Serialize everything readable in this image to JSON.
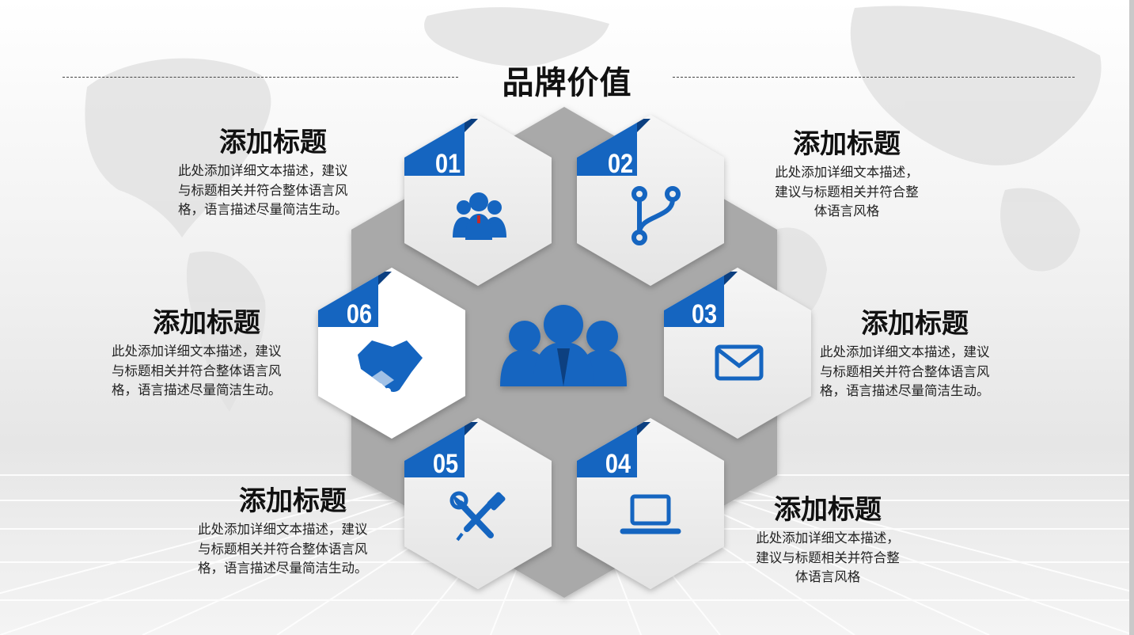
{
  "title": "品牌价值",
  "colors": {
    "accent": "#1565c0",
    "center_hex": "#a7a7a7",
    "hex_light": "#ededed",
    "hex_white": "#ffffff"
  },
  "items": [
    {
      "number": "01",
      "icon": "team-icon",
      "heading": "添加标题",
      "lines": [
        "此处添加详细文本描述，建议",
        "与标题相关并符合整体语言风",
        "格，语言描述尽量简洁生动。"
      ]
    },
    {
      "number": "02",
      "icon": "branch-icon",
      "heading": "添加标题",
      "lines": [
        "此处添加详细文本描述，",
        "建议与标题相关并符合整",
        "体语言风格"
      ]
    },
    {
      "number": "03",
      "icon": "mail-icon",
      "heading": "添加标题",
      "lines": [
        "此处添加详细文本描述，建议",
        "与标题相关并符合整体语言风",
        "格，语言描述尽量简洁生动。"
      ]
    },
    {
      "number": "04",
      "icon": "laptop-icon",
      "heading": "添加标题",
      "lines": [
        "此处添加详细文本描述，",
        "建议与标题相关并符合整",
        "体语言风格"
      ]
    },
    {
      "number": "05",
      "icon": "tools-icon",
      "heading": "添加标题",
      "lines": [
        "此处添加详细文本描述，建议",
        "与标题相关并符合整体语言风",
        "格，语言描述尽量简洁生动。"
      ]
    },
    {
      "number": "06",
      "icon": "handshake-icon",
      "heading": "添加标题",
      "lines": [
        "此处添加详细文本描述，建议",
        "与标题相关并符合整体语言风",
        "格，语言描述尽量简洁生动。"
      ]
    }
  ],
  "center_icon": "people-icon"
}
